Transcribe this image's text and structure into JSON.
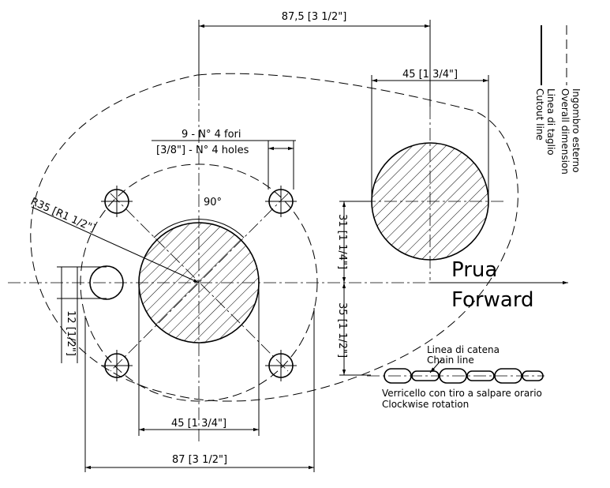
{
  "dimensions": {
    "top_overall": "87,5 [3 1/2\"]",
    "top_cutout": "45 [1 3/4\"]",
    "holes_metric": "9 - N° 4 fori",
    "holes_imperial": "[3/8\"] - N° 4 holes",
    "angle": "90°",
    "radius": "R35 [R1 1/2\"]",
    "vertical_upper": "31 [1 1/4\"]",
    "vertical_lower": "35 [1 1/2\"]",
    "left_small": "12 [1/2\"]",
    "bottom_cutout": "45 [1 3/4\"]",
    "bottom_overall": "87 [3 1/2\"]"
  },
  "labels": {
    "prua": "Prua",
    "forward": "Forward",
    "chain_it": "Linea di catena",
    "chain_en": "Chain line",
    "rotation_it": "Verricello con tiro a salpare orario",
    "rotation_en": "Clockwise rotation"
  },
  "legend": {
    "overall_it": "Ingombro esterno",
    "overall_en": "Overall dimension",
    "cutout_it": "Linea di taglio",
    "cutout_en": "Cutout line"
  }
}
